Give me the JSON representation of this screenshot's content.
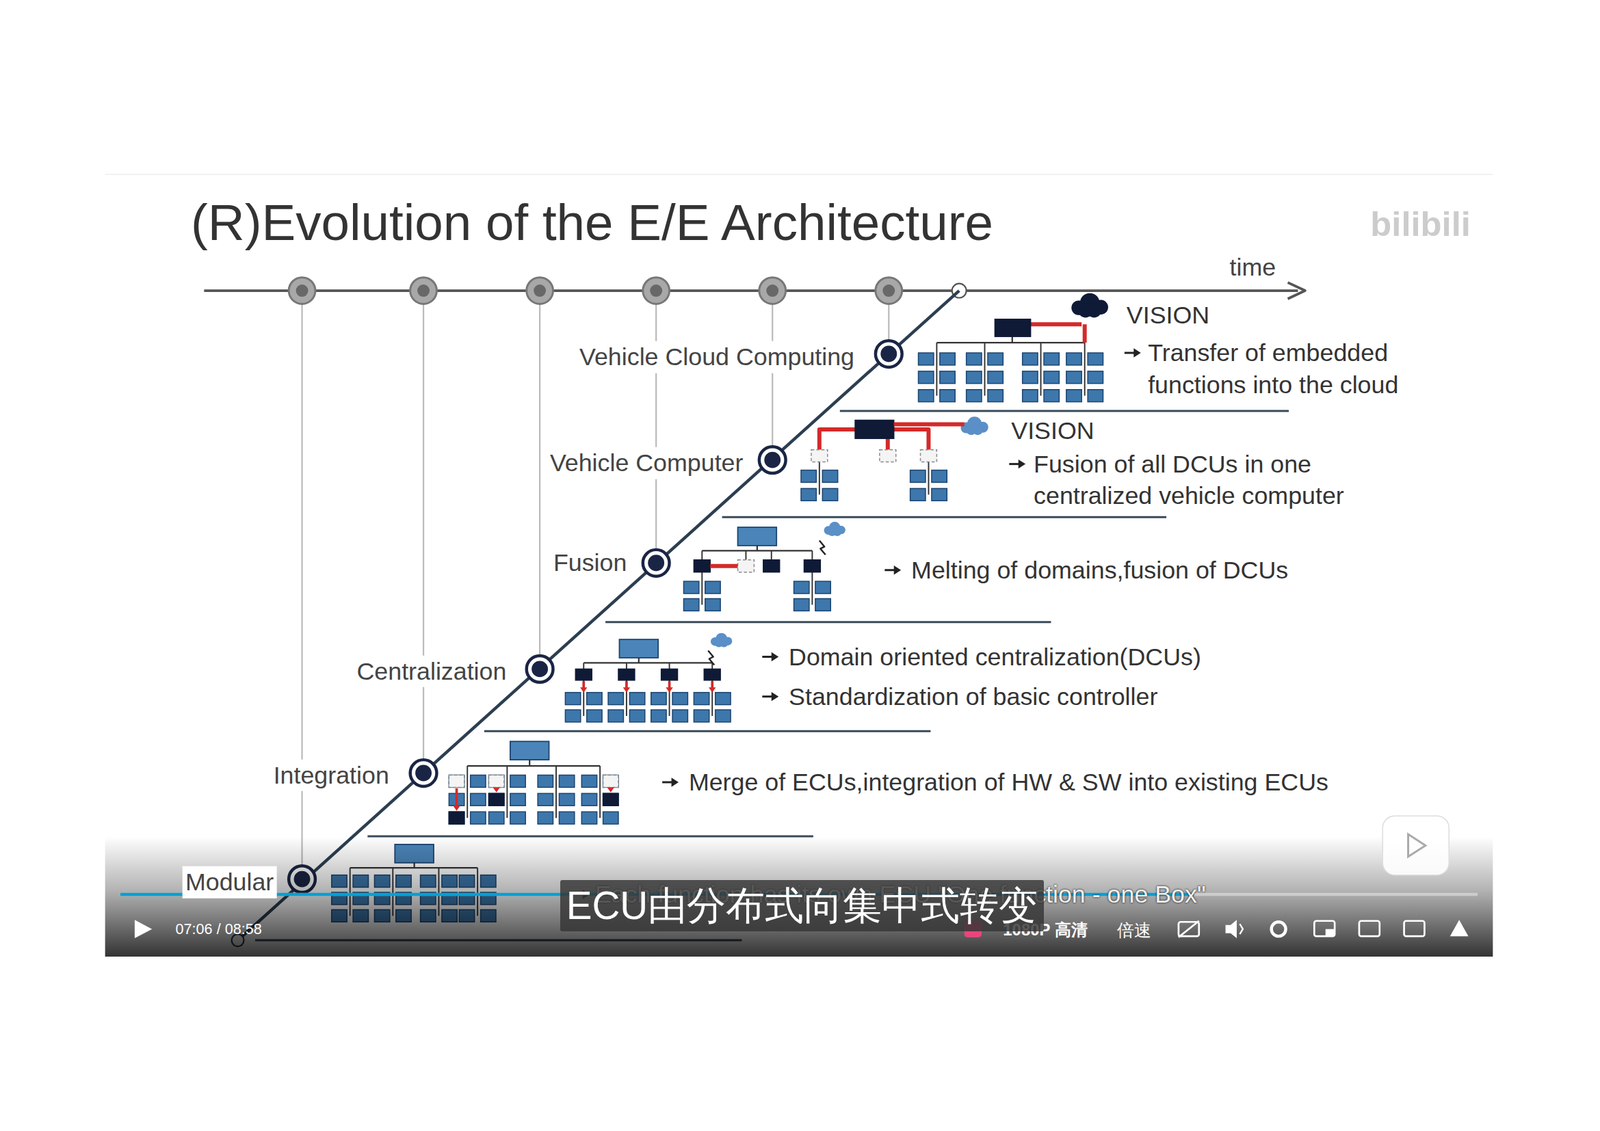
{
  "diagram": {
    "title": "(R)Evolution of the E/E Architecture",
    "nodes": [
      {
        "text": [
          "ECU由分布式向集中式转变"
        ]
      }
    ],
    "labels": [
      "time",
      "bilibili",
      "VISION",
      "Vehicle Cloud Computing",
      "Transfer of embedded functions into the cloud",
      "VISION",
      "Vehicle Computer",
      "Fusion of all DCUs in one centralized vehicle computer",
      "Fusion",
      "Melting of domains,fusion of DCUs",
      "Centralization",
      "Domain oriented centralization(DCUs)",
      "Standardization of basic controller",
      "Integration",
      "Merge of ECUs,integration of HW & SW into existing ECUs",
      "Modular",
      "Each function has its own ECU \"One function - one Box\"",
      "07:06 / 08:58",
      "1080P 高清",
      "倍速"
    ]
  }
}
